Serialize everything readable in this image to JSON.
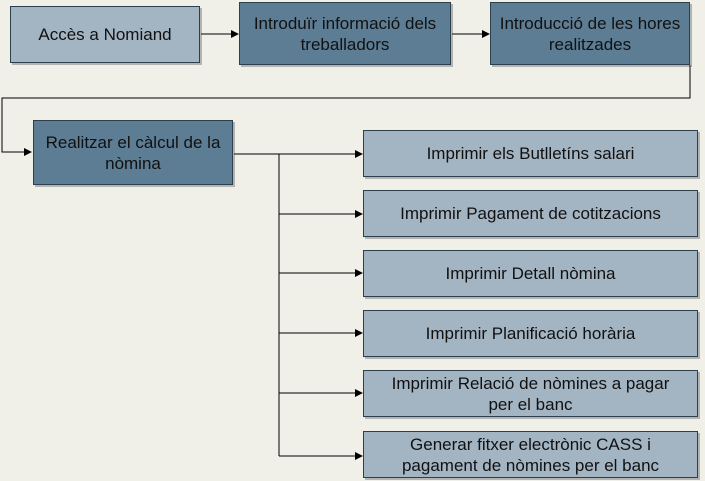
{
  "diagram": {
    "top_row": [
      {
        "id": "acces",
        "label": "Accès a Nomiand",
        "style": "light"
      },
      {
        "id": "introduir",
        "label": "Introduïr informació dels treballadors",
        "style": "dark"
      },
      {
        "id": "hores",
        "label": "Introducció de les hores realitzades",
        "style": "dark"
      }
    ],
    "calcul": {
      "label": "Realitzar el càlcul de la nòmina",
      "style": "dark"
    },
    "outputs": [
      {
        "label": "Imprimir els Butlletíns salari"
      },
      {
        "label": "Imprimir Pagament de cotitzacions"
      },
      {
        "label": "Imprimir Detall nòmina"
      },
      {
        "label": "Imprimir Planificació horària"
      },
      {
        "label": "Imprimir Relació de nòmines a pagar per el banc"
      },
      {
        "label": "Generar fitxer electrònic CASS i pagament de nòmines per el banc"
      }
    ],
    "colors": {
      "light": "#a3b4c3",
      "dark": "#5d7d94",
      "line": "#000000",
      "background": "#f0f0e8"
    }
  }
}
